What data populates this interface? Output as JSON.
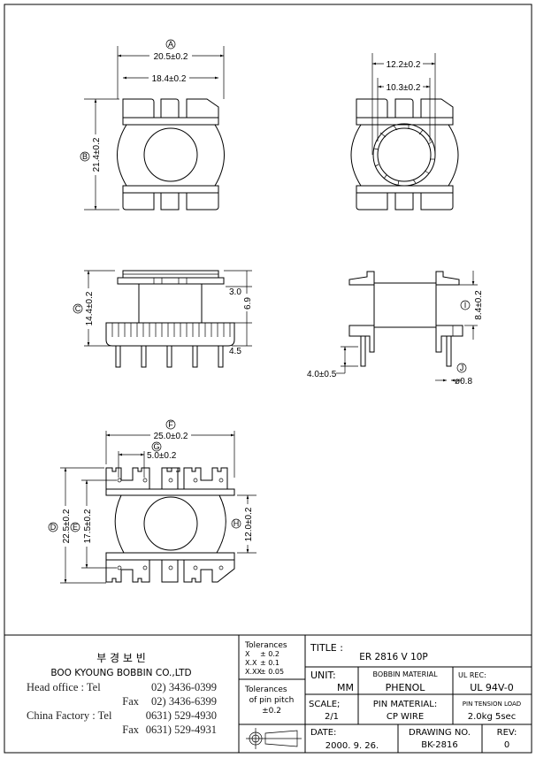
{
  "drawing": {
    "top_left_view": {
      "label_a": "A",
      "dim_a": "20.5±0.2",
      "dim_inner": "18.4±0.2",
      "label_b": "B",
      "dim_b": "21.4±0.2"
    },
    "top_right_view": {
      "dim_outer": "12.2±0.2",
      "dim_inner": "10.3±0.2"
    },
    "side_left_view": {
      "label_c": "C",
      "dim_c": "14.4±0.2",
      "dim_top": "3.0",
      "dim_mid": "6.9",
      "dim_bottom": "4.5"
    },
    "side_right_view": {
      "label_i": "I",
      "dim_i": "8.4±0.2",
      "dim_pin_len": "4.0±0.5",
      "label_j": "J",
      "dim_j": "ø0.8"
    },
    "bottom_view": {
      "label_f": "F",
      "dim_f": "25.0±0.2",
      "label_g": "G",
      "dim_g": "5.0±0.2",
      "label_d": "D",
      "dim_d": "22.5±0.2",
      "label_e": "E",
      "dim_e": "17.5±0.2",
      "label_h": "H",
      "dim_h": "12.0±0.2"
    }
  },
  "company": {
    "korean_name": "부 경 보 빈",
    "name": "BOO KYOUNG BOBBIN CO.,LTD",
    "lines": [
      {
        "label": "Head office   : Tel",
        "value": "02) 3436-0399"
      },
      {
        "label": "Fax",
        "value": "02) 3436-6399"
      },
      {
        "label": "China Factory : Tel",
        "value": "0631) 529-4930"
      },
      {
        "label": "Fax",
        "value": "0631) 529-4931"
      }
    ]
  },
  "tolerances": {
    "title": "Tolerances",
    "rows": [
      {
        "k": "X",
        "v": "± 0.2"
      },
      {
        "k": "X.X",
        "v": "± 0.1"
      },
      {
        "k": "X.XX",
        "v": "± 0.05"
      }
    ],
    "pin_title1": "Tolerances",
    "pin_title2": "of pin pitch",
    "pin_value": "±0.2"
  },
  "title_block": {
    "title_label": "TITLE :",
    "title": "ER 2816 V 10P",
    "unit_label": "UNIT:",
    "unit": "MM",
    "bobbin_label": "BOBBIN MATERIAL",
    "bobbin": "PHENOL",
    "ul_label": "UL REC:",
    "ul": "UL 94V-0",
    "scale_label": "SCALE;",
    "scale": "2/1",
    "pin_label": "PIN MATERIAL:",
    "pin": "CP WIRE",
    "tension_label": "PIN TENSION LOAD",
    "tension": "2.0kg 5sec",
    "date_label": "DATE:",
    "date": "2000. 9. 26.",
    "drawing_no_label": "DRAWING NO.",
    "drawing_no": "BK-2816",
    "rev_label": "REV:",
    "rev": "0"
  }
}
